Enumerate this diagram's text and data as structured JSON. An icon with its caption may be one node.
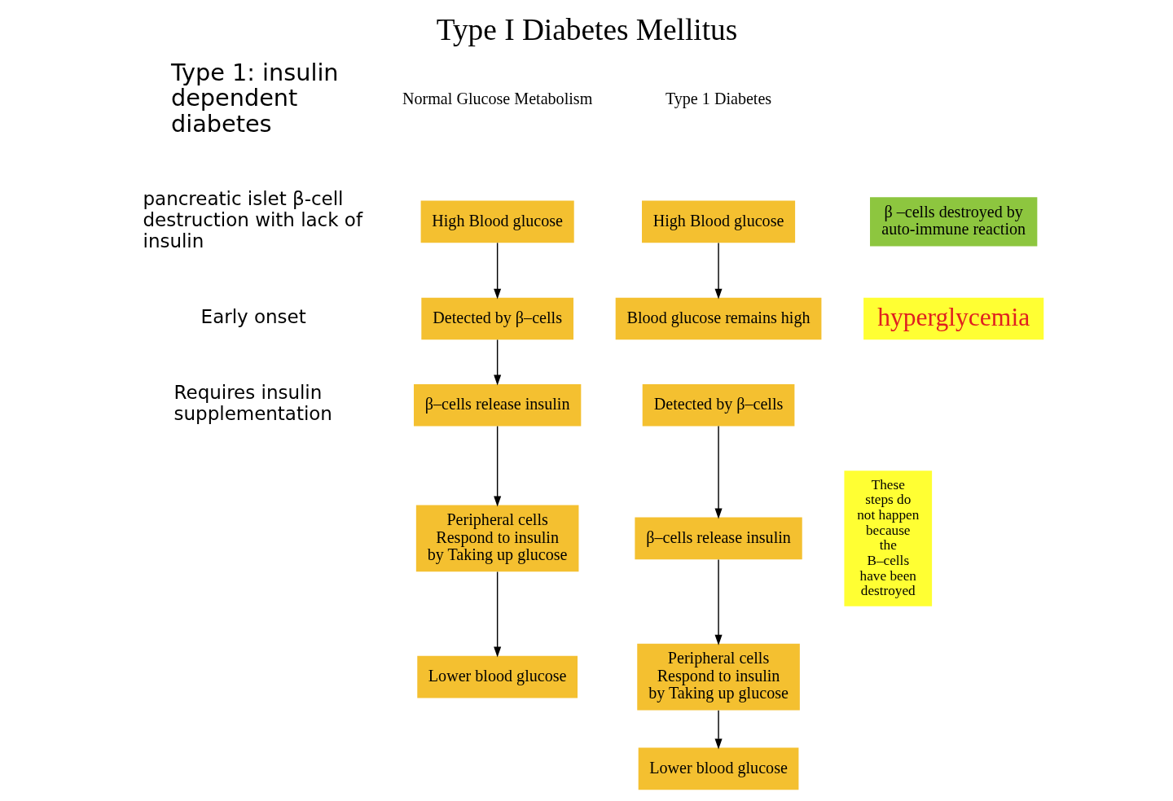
{
  "diagram": {
    "title": "Type I Diabetes Mellitus",
    "nodes": [
      {
        "text": [
          "High Blood glucose"
        ]
      },
      {
        "text": [
          "Detected by β–cells"
        ]
      },
      {
        "text": [
          "β–cells release insulin"
        ]
      },
      {
        "text": [
          "Peripheral cells Respond to insulin by Taking up glucose"
        ]
      },
      {
        "text": [
          "Lower blood glucose"
        ]
      },
      {
        "text": [
          "High Blood glucose"
        ]
      },
      {
        "text": [
          "β –cells destroyed by auto-immune reaction"
        ]
      },
      {
        "text": [
          "Blood glucose remains high"
        ]
      },
      {
        "text": [
          "hyperglycemia"
        ]
      },
      {
        "text": [
          "Detected by β–cells"
        ]
      },
      {
        "text": [
          "β–cells release insulin"
        ]
      },
      {
        "text": [
          "Peripheral cells Respond to insulin by Taking up glucose"
        ]
      },
      {
        "text": [
          "Lower blood glucose"
        ]
      },
      {
        "text": [
          "These steps do not happen because the B–cells have been destroyed"
        ]
      }
    ],
    "edges": [
      {
        "from": 0,
        "to": 1,
        "arrow": "to"
      },
      {
        "from": 1,
        "to": 2,
        "arrow": "to"
      },
      {
        "from": 2,
        "to": 3,
        "arrow": "to"
      },
      {
        "from": 3,
        "to": 4,
        "arrow": "to"
      },
      {
        "from": 5,
        "to": 7,
        "arrow": "to"
      },
      {
        "from": 9,
        "to": 10,
        "arrow": "to"
      },
      {
        "from": 10,
        "to": 11,
        "arrow": "to"
      },
      {
        "from": 11,
        "to": 12,
        "arrow": "to"
      }
    ],
    "labels": [
      "Type 1: insulin dependent diabetes",
      "pancreatic islet β-cell destruction with lack of insulin",
      "Early onset",
      "Requires insulin supplementation",
      "Normal Glucose Metabolism",
      "Type 1 Diabetes"
    ]
  }
}
